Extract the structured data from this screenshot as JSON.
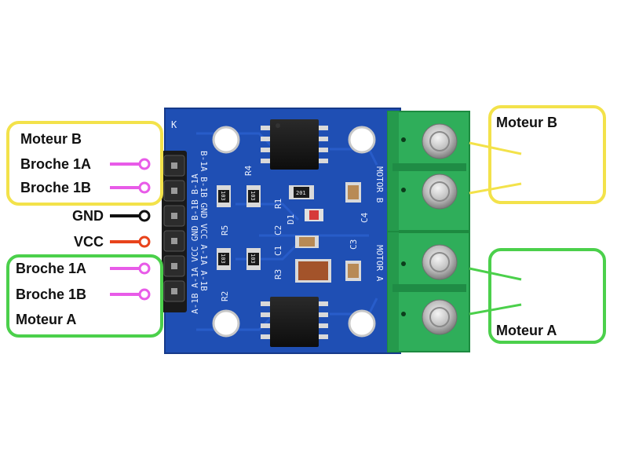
{
  "colors": {
    "pcb_blue": "#1f4fb4",
    "terminal_green": "#2fae5a",
    "box_yellow": "#f3e24a",
    "box_green": "#4bd04b",
    "wire_pink": "#e85be8",
    "wire_black": "#111111",
    "wire_red": "#e8431b"
  },
  "callouts": {
    "left_top": {
      "title": "Moteur B",
      "pin1": "Broche 1A",
      "pin2": "Broche 1B"
    },
    "gnd": "GND",
    "vcc": "VCC",
    "left_bottom": {
      "pin1": "Broche 1A",
      "pin2": "Broche 1B",
      "title": "Moteur A"
    },
    "right_top": "Moteur B",
    "right_bottom": "Moteur A"
  },
  "board": {
    "corner_label": "K",
    "header_top_text": "B-1A B-1B GND VCC A-1A A-1B",
    "header_bottom_text": "A-1B A-1A VCC GND B-1B B-1A",
    "silk_motor_b": "MOTOR B",
    "silk_motor_a": "MOTOR A",
    "resistor_labels": [
      "R4",
      "R5",
      "R1",
      "R2",
      "R3"
    ],
    "cap_labels": [
      "C1",
      "C2",
      "C3",
      "C4"
    ],
    "diode_label": "D1",
    "chip_codes": [
      "103",
      "103",
      "103",
      "103",
      "201"
    ]
  }
}
